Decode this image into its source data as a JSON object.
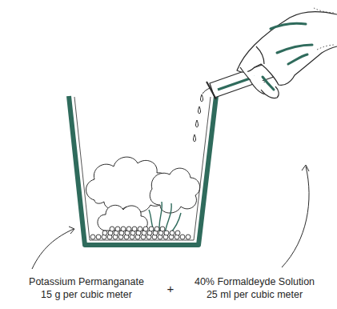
{
  "diagram": {
    "labels": [
      "Potassium Permanganate",
      "15 g per cubic meter",
      "+",
      "40% Formaldeyde Solution",
      "25 ml per cubic meter"
    ]
  }
}
